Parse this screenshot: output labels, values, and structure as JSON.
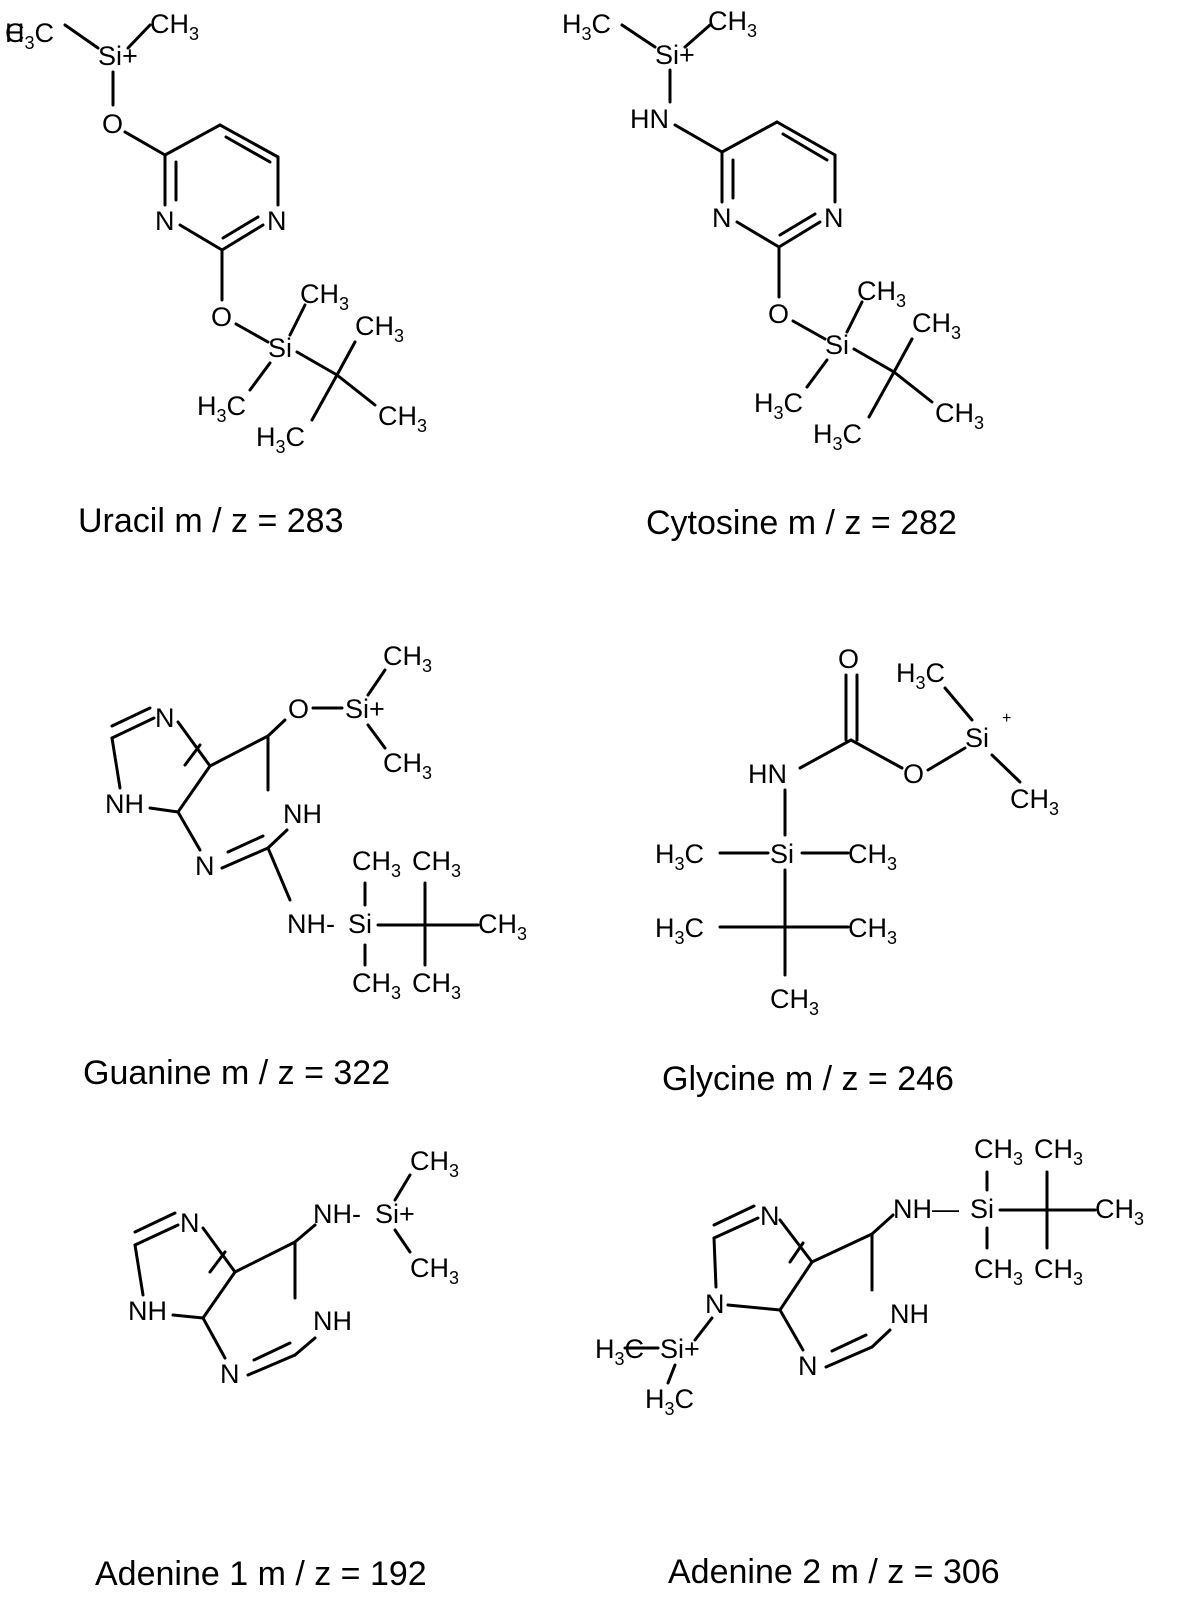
{
  "captions": [
    "Uracil m / z = 283",
    "Cytosine m / z = 282",
    "Guanine m / z = 322",
    "Glycine m / z = 246",
    "Adenine 1 m / z = 192",
    "Adenine 2 m / z = 306"
  ],
  "atoms": {
    "H3C": "H3C",
    "CH3": "CH3",
    "C": "C",
    "H3": "H3",
    "Si": "Si",
    "Si_plus": "Si+",
    "O": "O",
    "N": "N",
    "NH": "NH",
    "HN": "HN",
    "NH_dash": "NH-",
    "NH_dash_long": "NH—",
    "plus": "+",
    "sub3": "3"
  }
}
